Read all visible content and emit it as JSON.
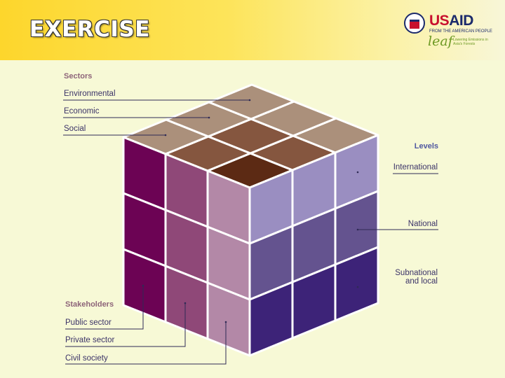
{
  "header": {
    "title": "EXERCISE",
    "logo_usaid": "USAID",
    "logo_usaid_tagline": "FROM THE AMERICAN PEOPLE",
    "logo_leaf": "leaf",
    "logo_leaf_tagline": "Lowering Emissions in Asia's Forests"
  },
  "diagram": {
    "sectors": {
      "heading": "Sectors",
      "items": [
        "Environmental",
        "Economic",
        "Social"
      ]
    },
    "levels": {
      "heading": "Levels",
      "items": [
        "International",
        "National",
        "Subnational and local"
      ]
    },
    "stakeholders": {
      "heading": "Stakeholders",
      "items": [
        "Public sector",
        "Private sector",
        "Civil society"
      ]
    },
    "colors": {
      "top_environmental": "#ab907b",
      "top_economic": "#85563f",
      "top_social": "#5c2a14",
      "front_public": "#6c0354",
      "front_private": "#8f4878",
      "front_civil": "#b388a7",
      "side_international": "#9a8ec1",
      "side_national": "#64538f",
      "side_subnational": "#3d2378"
    }
  }
}
